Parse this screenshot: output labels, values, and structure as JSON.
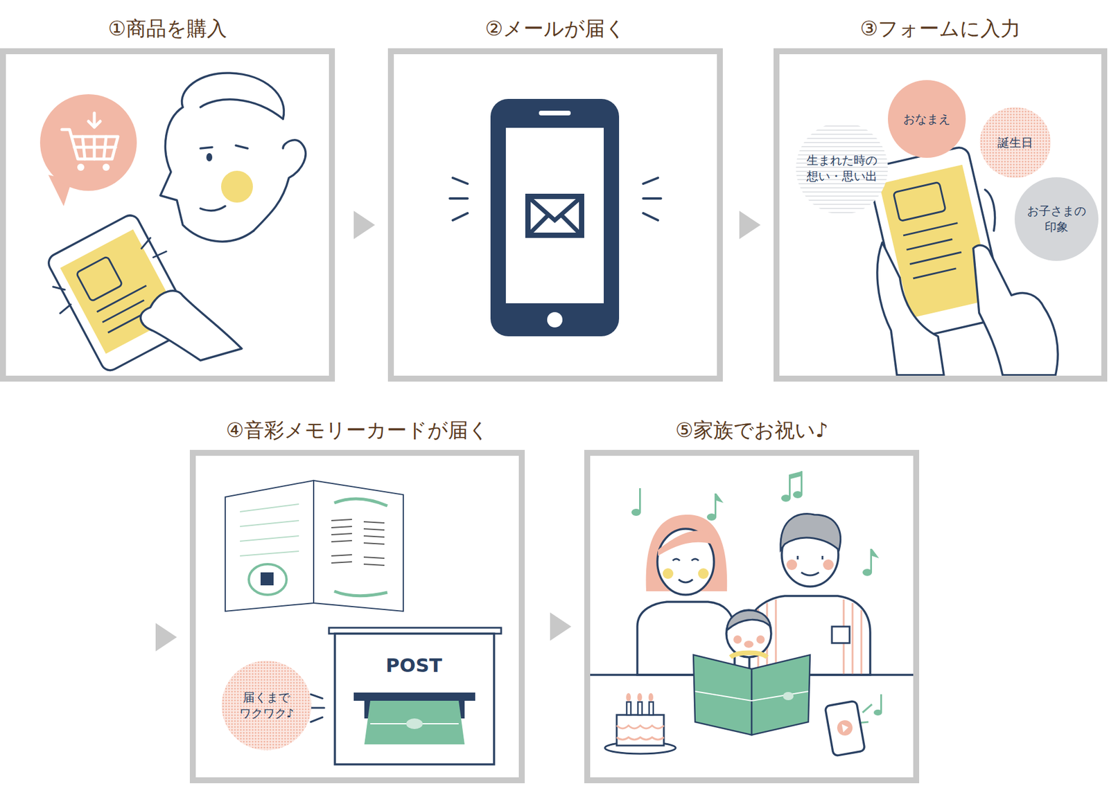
{
  "diagram": {
    "nodes": [
      {
        "text": [
          "①商品を購入"
        ]
      },
      {
        "text": [
          "②メールが届く"
        ]
      },
      {
        "text": [
          "③フォームに入力"
        ]
      },
      {
        "text": [
          "おなまえ"
        ],
        "in": 2
      },
      {
        "text": [
          "誕生日"
        ],
        "in": 2
      },
      {
        "text": [
          "生まれた時の 想い・思い出"
        ],
        "in": 2
      },
      {
        "text": [
          "お子さまの 印象"
        ],
        "in": 2
      },
      {
        "text": [
          "④音彩メモリーカードが届く"
        ]
      },
      {
        "text": [
          "届くまで ワクワク♪"
        ],
        "in": 7
      },
      {
        "text": [
          "⑤家族でお祝い♪"
        ]
      }
    ],
    "edges": [
      {
        "from": 0,
        "to": 1,
        "arrow": "to"
      },
      {
        "from": 1,
        "to": 2,
        "arrow": "to"
      },
      {
        "from": 2,
        "to": 7,
        "arrow": "to"
      },
      {
        "from": 7,
        "to": 9,
        "arrow": "to"
      }
    ],
    "labels": [
      "POST"
    ]
  }
}
